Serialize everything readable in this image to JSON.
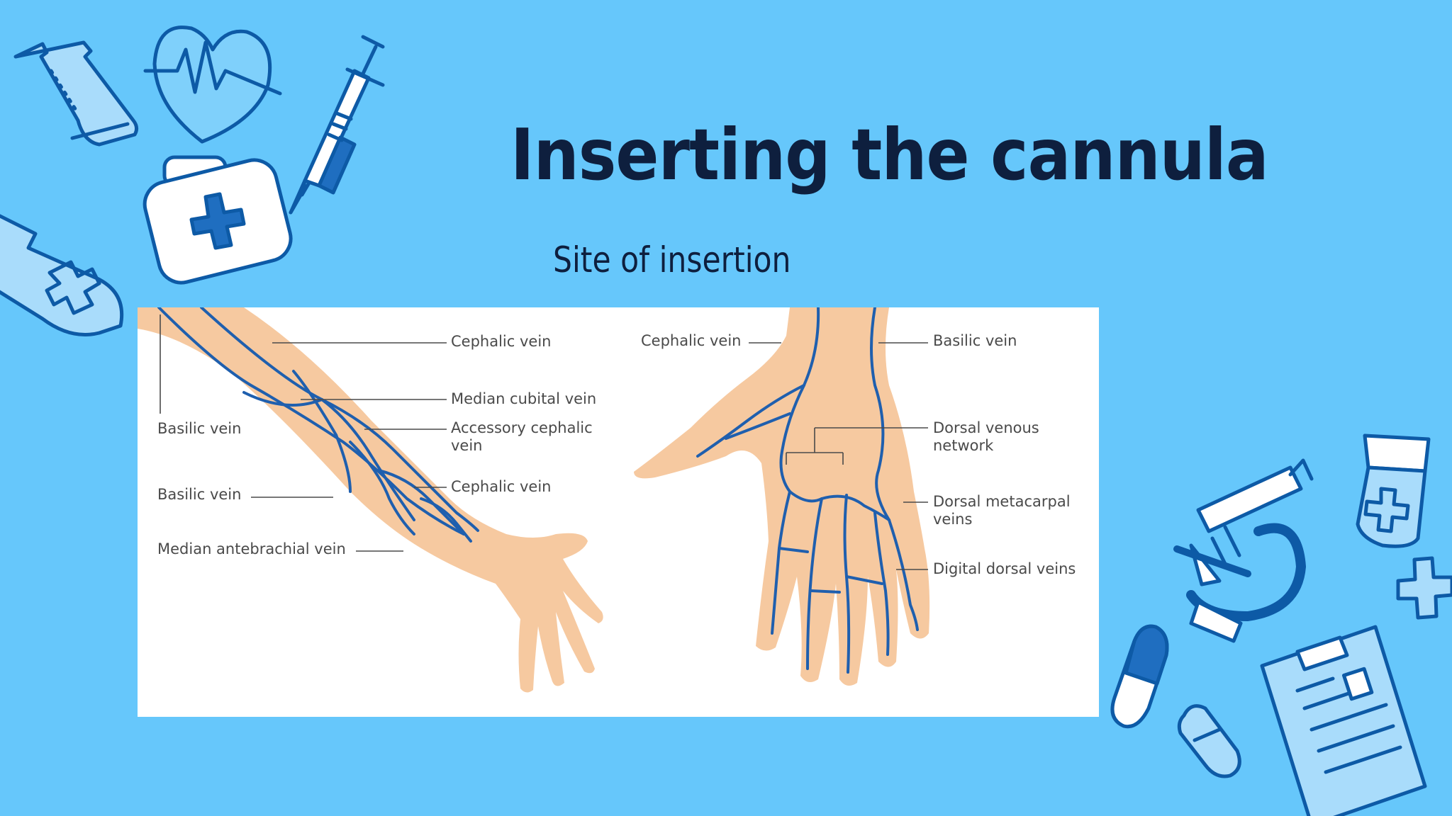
{
  "slide": {
    "title": "Inserting the cannula",
    "subtitle": "Site of insertion",
    "background_color": "#66c7fb",
    "text_color": "#0e1f3e"
  },
  "diagram": {
    "arm_labels": {
      "cephalic_top": "Cephalic vein",
      "median_cubital": "Median cubital vein",
      "accessory_cephalic_1": "Accessory cephalic",
      "accessory_cephalic_2": "vein",
      "cephalic_lower": "Cephalic vein",
      "basilic_upper": "Basilic vein",
      "basilic_lower": "Basilic vein",
      "median_antebrachial": "Median antebrachial vein"
    },
    "hand_labels": {
      "cephalic": "Cephalic vein",
      "basilic": "Basilic vein",
      "dorsal_venous_1": "Dorsal venous",
      "dorsal_venous_2": "network",
      "dorsal_metacarpal_1": "Dorsal metacarpal",
      "dorsal_metacarpal_2": "veins",
      "digital_dorsal": "Digital dorsal veins"
    },
    "skin_color": "#f6c9a0",
    "vein_color": "#1f5fae"
  },
  "decorations": [
    "flask-icon",
    "heart-ecg-icon",
    "syringe-icon",
    "first-aid-kit-icon",
    "medicine-bottle-icon",
    "pill-jar-icon",
    "microscope-icon",
    "capsule-icon",
    "pill-icon",
    "plus-icon",
    "clipboard-icon"
  ]
}
